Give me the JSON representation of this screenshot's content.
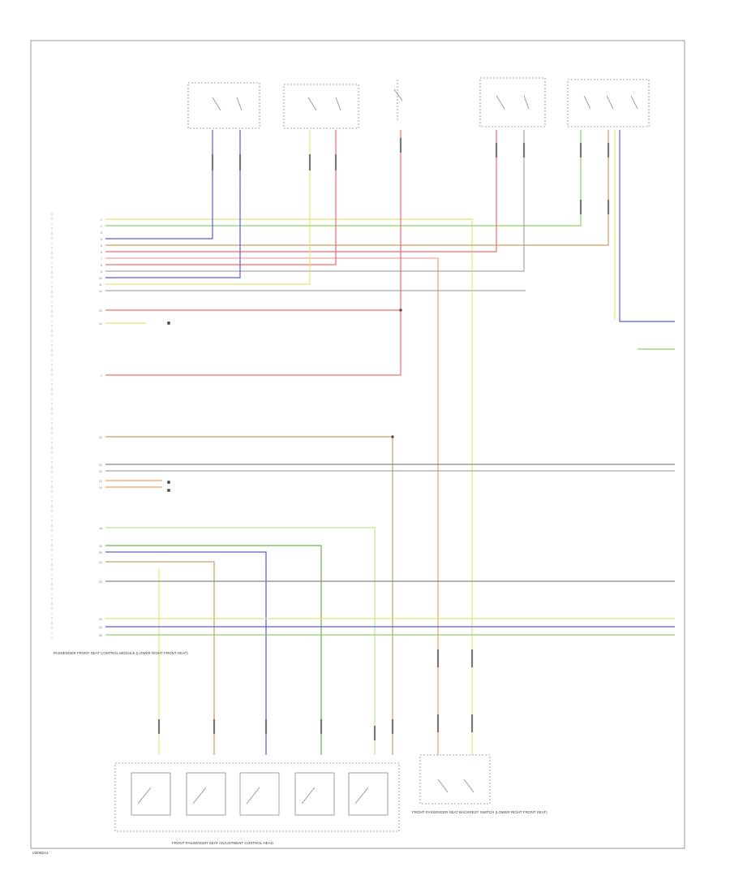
{
  "diagram": {
    "colors": {
      "frame": "#9a9a9a",
      "yellow": "#e8e27a",
      "green": "#8ecf6a",
      "blue": "#5a5ae0",
      "red": "#f06c6c",
      "pink": "#f4a0a0",
      "orange": "#f0a060",
      "brown": "#c9a060",
      "gray": "#a8a8a8",
      "lightgreen": "#b8e890",
      "black": "#555555"
    },
    "footer_code": "LW0B0A1",
    "captions": {
      "main_module": "PASSENGER FRONT SEAT CONTROL MODULE (LOWER RIGHT FRONT SEAT)",
      "switch_module": "FRONT PASSENGER SEAT ADJUSTMENT CONTROL HEAD",
      "right_module": "FRONT PASSENGER SEAT BACKREST SWITCH (LOWER RIGHT FRONT SEAT)"
    }
  }
}
